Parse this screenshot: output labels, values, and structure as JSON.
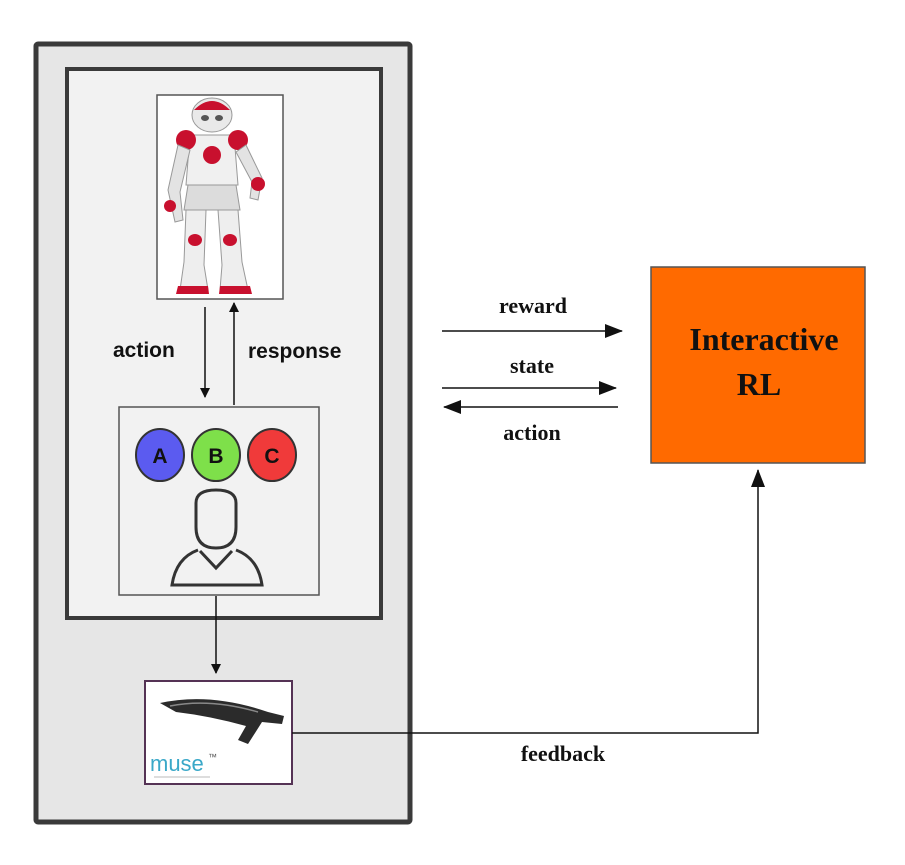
{
  "diagram": {
    "robot_loop": {
      "action_label": "action",
      "response_label": "response"
    },
    "buttons": [
      {
        "label": "A",
        "color": "#5b5bf0"
      },
      {
        "label": "B",
        "color": "#7ee04a"
      },
      {
        "label": "C",
        "color": "#f03a3a"
      }
    ],
    "muse_device": {
      "logo_text": "muse",
      "trademark": "™"
    },
    "interactive_rl": {
      "line1": "Interactive",
      "line2": "RL",
      "color": "#ff6a00"
    },
    "arrows": {
      "reward_label": "reward",
      "state_label": "state",
      "action_label": "action",
      "feedback_label": "feedback"
    },
    "colors": {
      "outer_panel": "#e6e6e6",
      "inner_panel": "#f2f2f2",
      "frame_stroke": "#3a3a3a"
    }
  }
}
